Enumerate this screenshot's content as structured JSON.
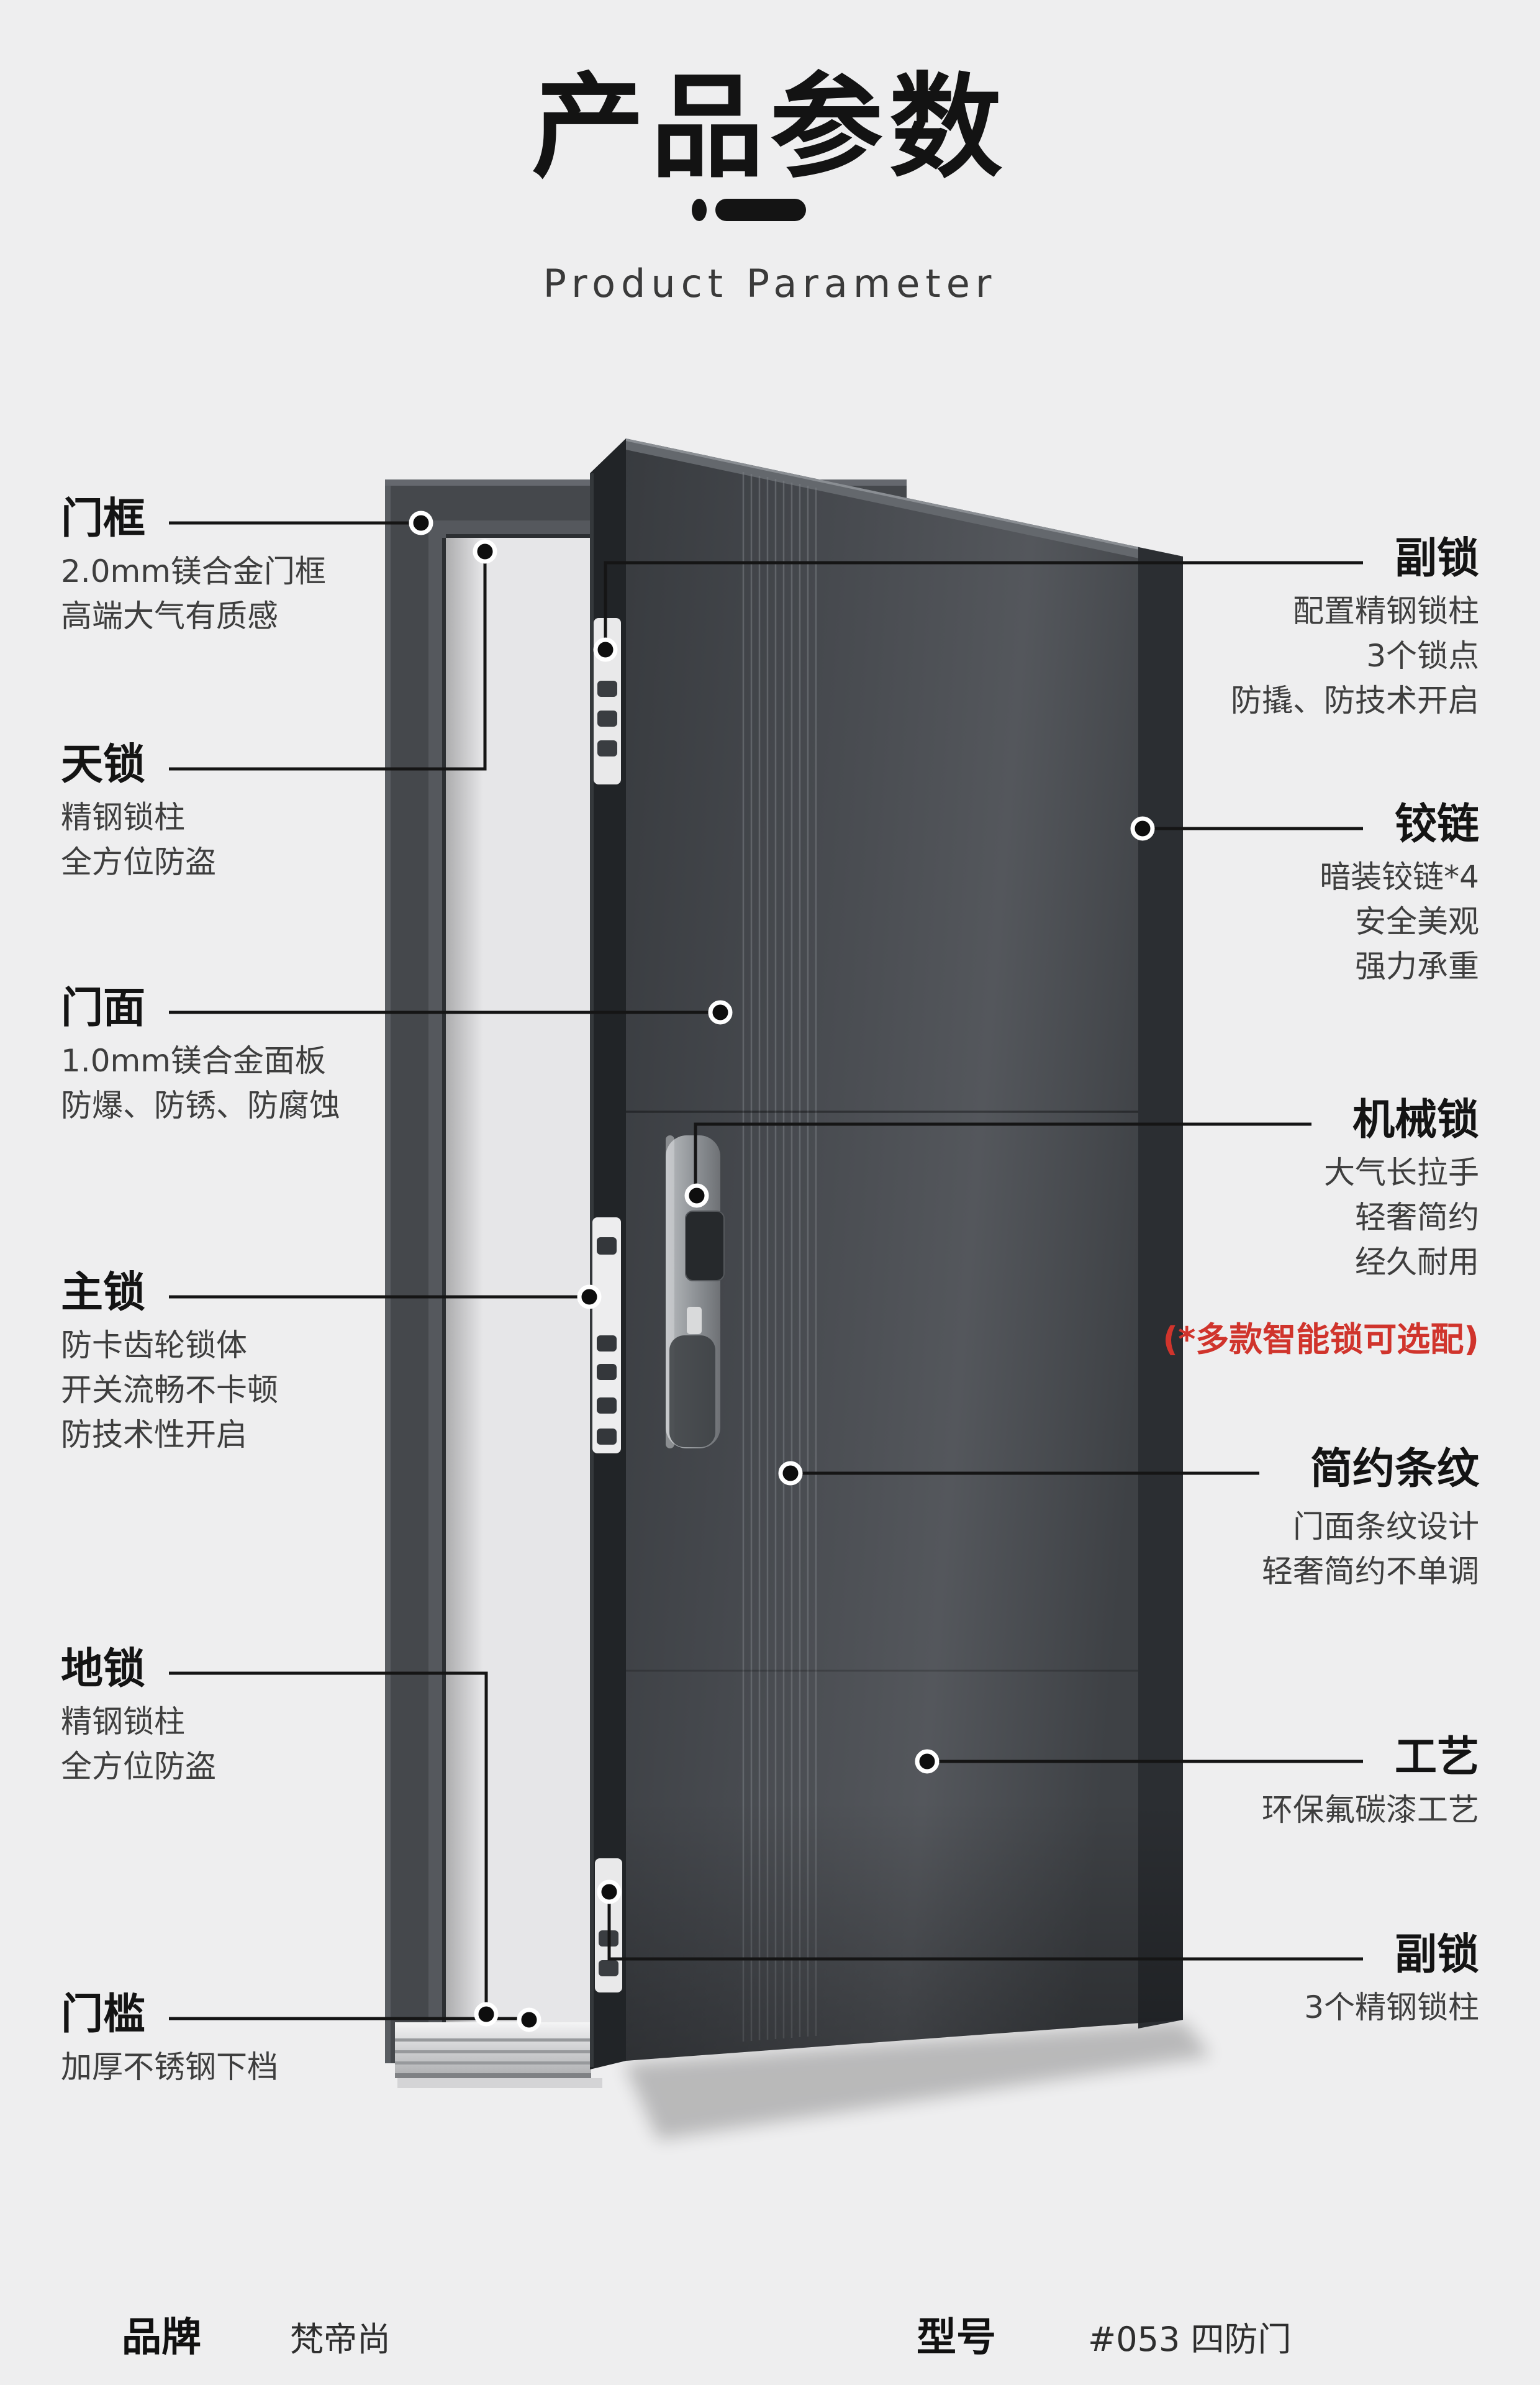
{
  "page": {
    "background": "#eeeeef",
    "accent_red": "#d0342c",
    "connector_color": "#151515",
    "door_color": "#46494e"
  },
  "header": {
    "title": "产品参数",
    "subtitle": "Product Parameter"
  },
  "features_left": [
    {
      "title": "门框",
      "lines": [
        "2.0mm镁合金门框",
        "高端大气有质感"
      ]
    },
    {
      "title": "天锁",
      "lines": [
        "精钢锁柱",
        "全方位防盗"
      ]
    },
    {
      "title": "门面",
      "lines": [
        "1.0mm镁合金面板",
        "防爆、防锈、防腐蚀"
      ]
    },
    {
      "title": "主锁",
      "lines": [
        "防卡齿轮锁体",
        "开关流畅不卡顿",
        "防技术性开启"
      ]
    },
    {
      "title": "地锁",
      "lines": [
        "精钢锁柱",
        "全方位防盗"
      ]
    },
    {
      "title": "门槛",
      "lines": [
        "加厚不锈钢下档"
      ]
    }
  ],
  "features_right": [
    {
      "title": "副锁",
      "lines": [
        "配置精钢锁柱",
        "3个锁点",
        "防撬、防技术开启"
      ]
    },
    {
      "title": "铰链",
      "lines": [
        "暗装铰链*4",
        "安全美观",
        "强力承重"
      ]
    },
    {
      "title": "机械锁",
      "lines": [
        "大气长拉手",
        "轻奢简约",
        "经久耐用"
      ],
      "note": "(*多款智能锁可选配)"
    },
    {
      "title": "简约条纹",
      "lines": [
        "门面条纹设计",
        "轻奢简约不单调"
      ]
    },
    {
      "title": "工艺",
      "lines": [
        "环保氟碳漆工艺"
      ]
    },
    {
      "title": "副锁",
      "lines": [
        "3个精钢锁柱"
      ]
    }
  ],
  "footer": {
    "brand_label": "品牌",
    "brand_value": "梵帝尚",
    "model_label": "型号",
    "model_value": "#053 四防门"
  }
}
